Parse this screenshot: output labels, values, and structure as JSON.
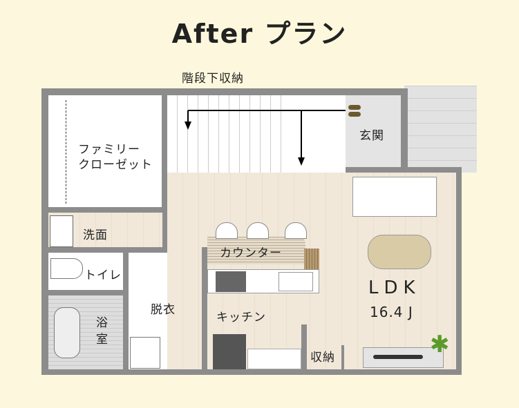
{
  "title": "After プラン",
  "rooms": {
    "under_stairs": "階段下収納",
    "closet_1": "ファミリー",
    "closet_2": "クローゼット",
    "washroom": "洗面",
    "toilet": "トイレ",
    "bath_1": "浴",
    "bath_2": "室",
    "dressing": "脱衣",
    "counter": "カウンター",
    "kitchen": "キッチン",
    "ldk": "LDK",
    "ldk_size": "16.4 J",
    "storage": "収納",
    "entrance": "玄関"
  },
  "colors": {
    "wall": "#8c8c8c",
    "floor": "#f1e8da",
    "background": "#fdf8dd",
    "table": "#d9cba6"
  }
}
